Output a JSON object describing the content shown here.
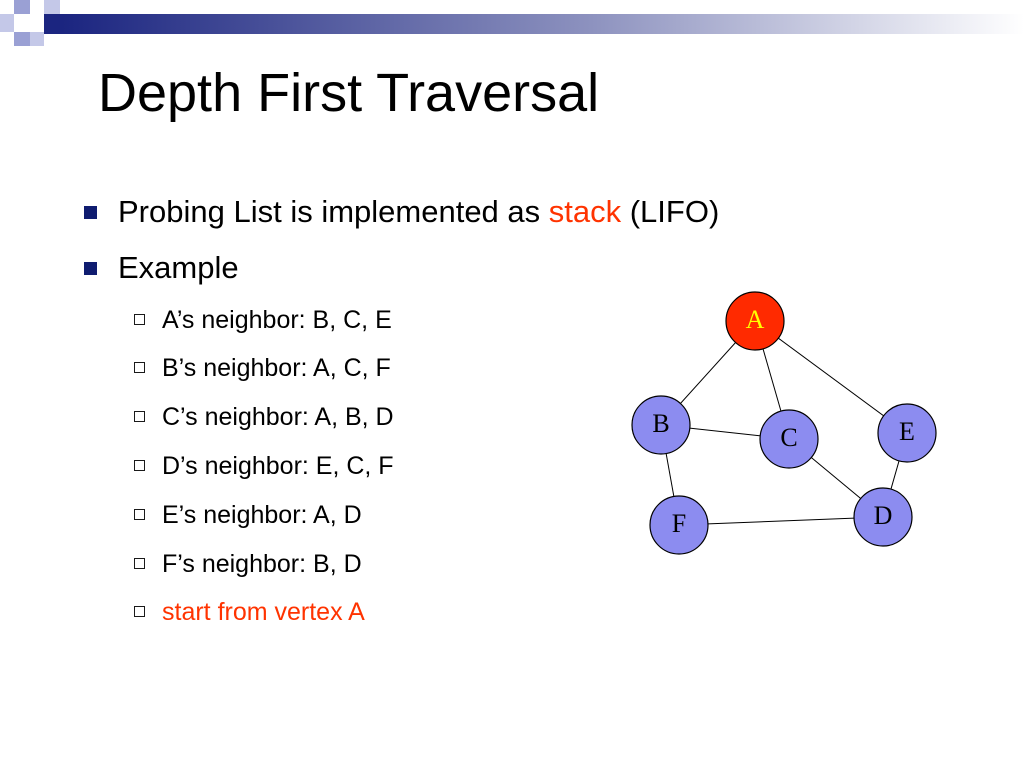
{
  "slide": {
    "title": "Depth First Traversal",
    "bullets": {
      "probing_prefix": "Probing List is implemented as ",
      "probing_highlight": "stack",
      "probing_suffix": " (LIFO)",
      "example": "Example"
    },
    "sub_bullets": [
      "A’s neighbor: B, C, E",
      "B’s neighbor: A, C, F",
      "C’s neighbor: A, B, D",
      "D’s neighbor: E, C, F",
      "E’s neighbor: A, D",
      "F’s neighbor: B, D",
      "start from vertex A"
    ],
    "colors": {
      "accent_red": "#ff3300",
      "bullet_navy": "#0f1c70",
      "node_fill": "#8c8cf0",
      "start_node_fill": "#ff2a00",
      "start_label": "#ffff00"
    }
  },
  "graph": {
    "nodes": [
      {
        "id": "A",
        "label": "A",
        "start": true
      },
      {
        "id": "B",
        "label": "B"
      },
      {
        "id": "C",
        "label": "C"
      },
      {
        "id": "E",
        "label": "E"
      },
      {
        "id": "D",
        "label": "D"
      },
      {
        "id": "F",
        "label": "F"
      }
    ],
    "edges": [
      [
        "A",
        "B"
      ],
      [
        "A",
        "C"
      ],
      [
        "A",
        "E"
      ],
      [
        "B",
        "C"
      ],
      [
        "B",
        "F"
      ],
      [
        "C",
        "D"
      ],
      [
        "E",
        "D"
      ],
      [
        "F",
        "D"
      ]
    ]
  }
}
